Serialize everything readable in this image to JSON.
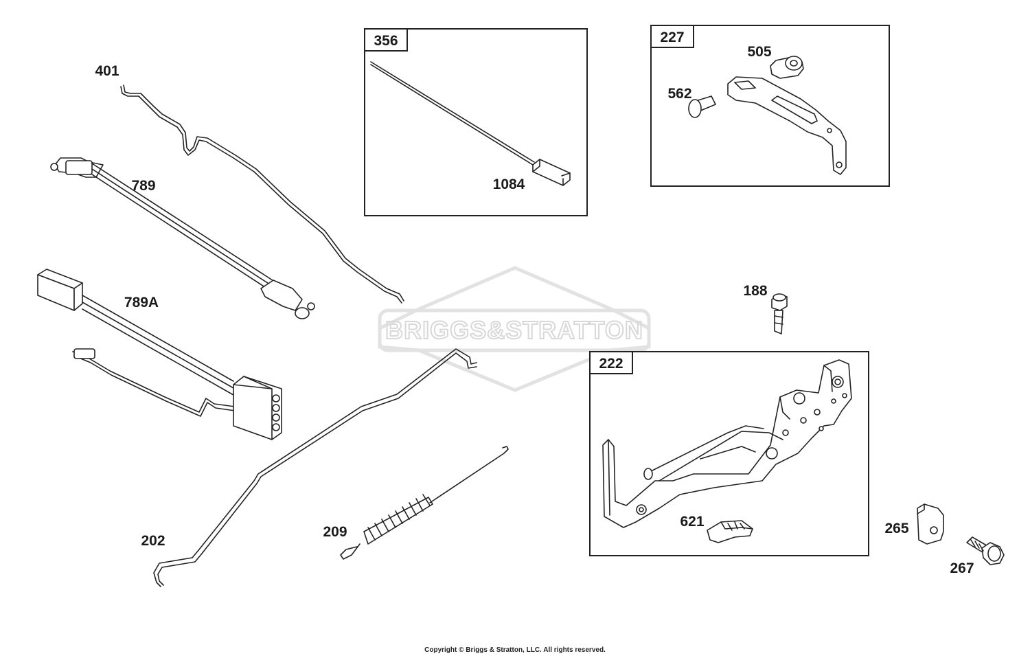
{
  "watermark": {
    "text": "BRIGGS&STRATTON"
  },
  "copyright": "Copyright © Briggs & Stratton, LLC. All rights reserved.",
  "boxes": {
    "b356": "356",
    "b227": "227",
    "b222": "222"
  },
  "callouts": {
    "c401": "401",
    "c789": "789",
    "c789a": "789A",
    "c1084": "1084",
    "c505": "505",
    "c562": "562",
    "c188": "188",
    "c202": "202",
    "c209": "209",
    "c621": "621",
    "c265": "265",
    "c267": "267"
  }
}
